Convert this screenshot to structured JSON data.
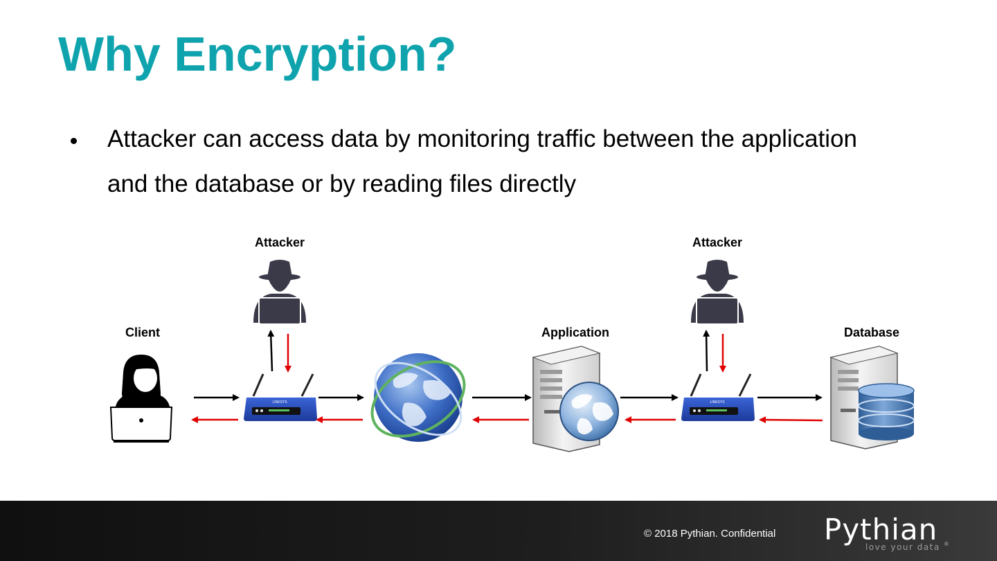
{
  "slide": {
    "title": "Why Encryption?",
    "bullets": [
      "Attacker can access data by monitoring traffic between the application and the database or by reading files directly"
    ]
  },
  "diagram": {
    "labels": {
      "attacker_1": "Attacker",
      "attacker_2": "Attacker",
      "client": "Client",
      "application": "Application",
      "database": "Database"
    },
    "router_brand": "LINKSYS",
    "colors": {
      "forward_arrow": "#000000",
      "return_arrow": "#e00000",
      "router_body": "#2747b8",
      "attacker": "#3a3a48"
    }
  },
  "footer": {
    "copyright": "© 2018 Pythian. Confidential",
    "brand_name": "Pythian",
    "brand_tagline": "love your data",
    "brand_registered": "®"
  },
  "colors": {
    "title": "#0fa3ae",
    "footer_bg": "#1a1a1a"
  }
}
